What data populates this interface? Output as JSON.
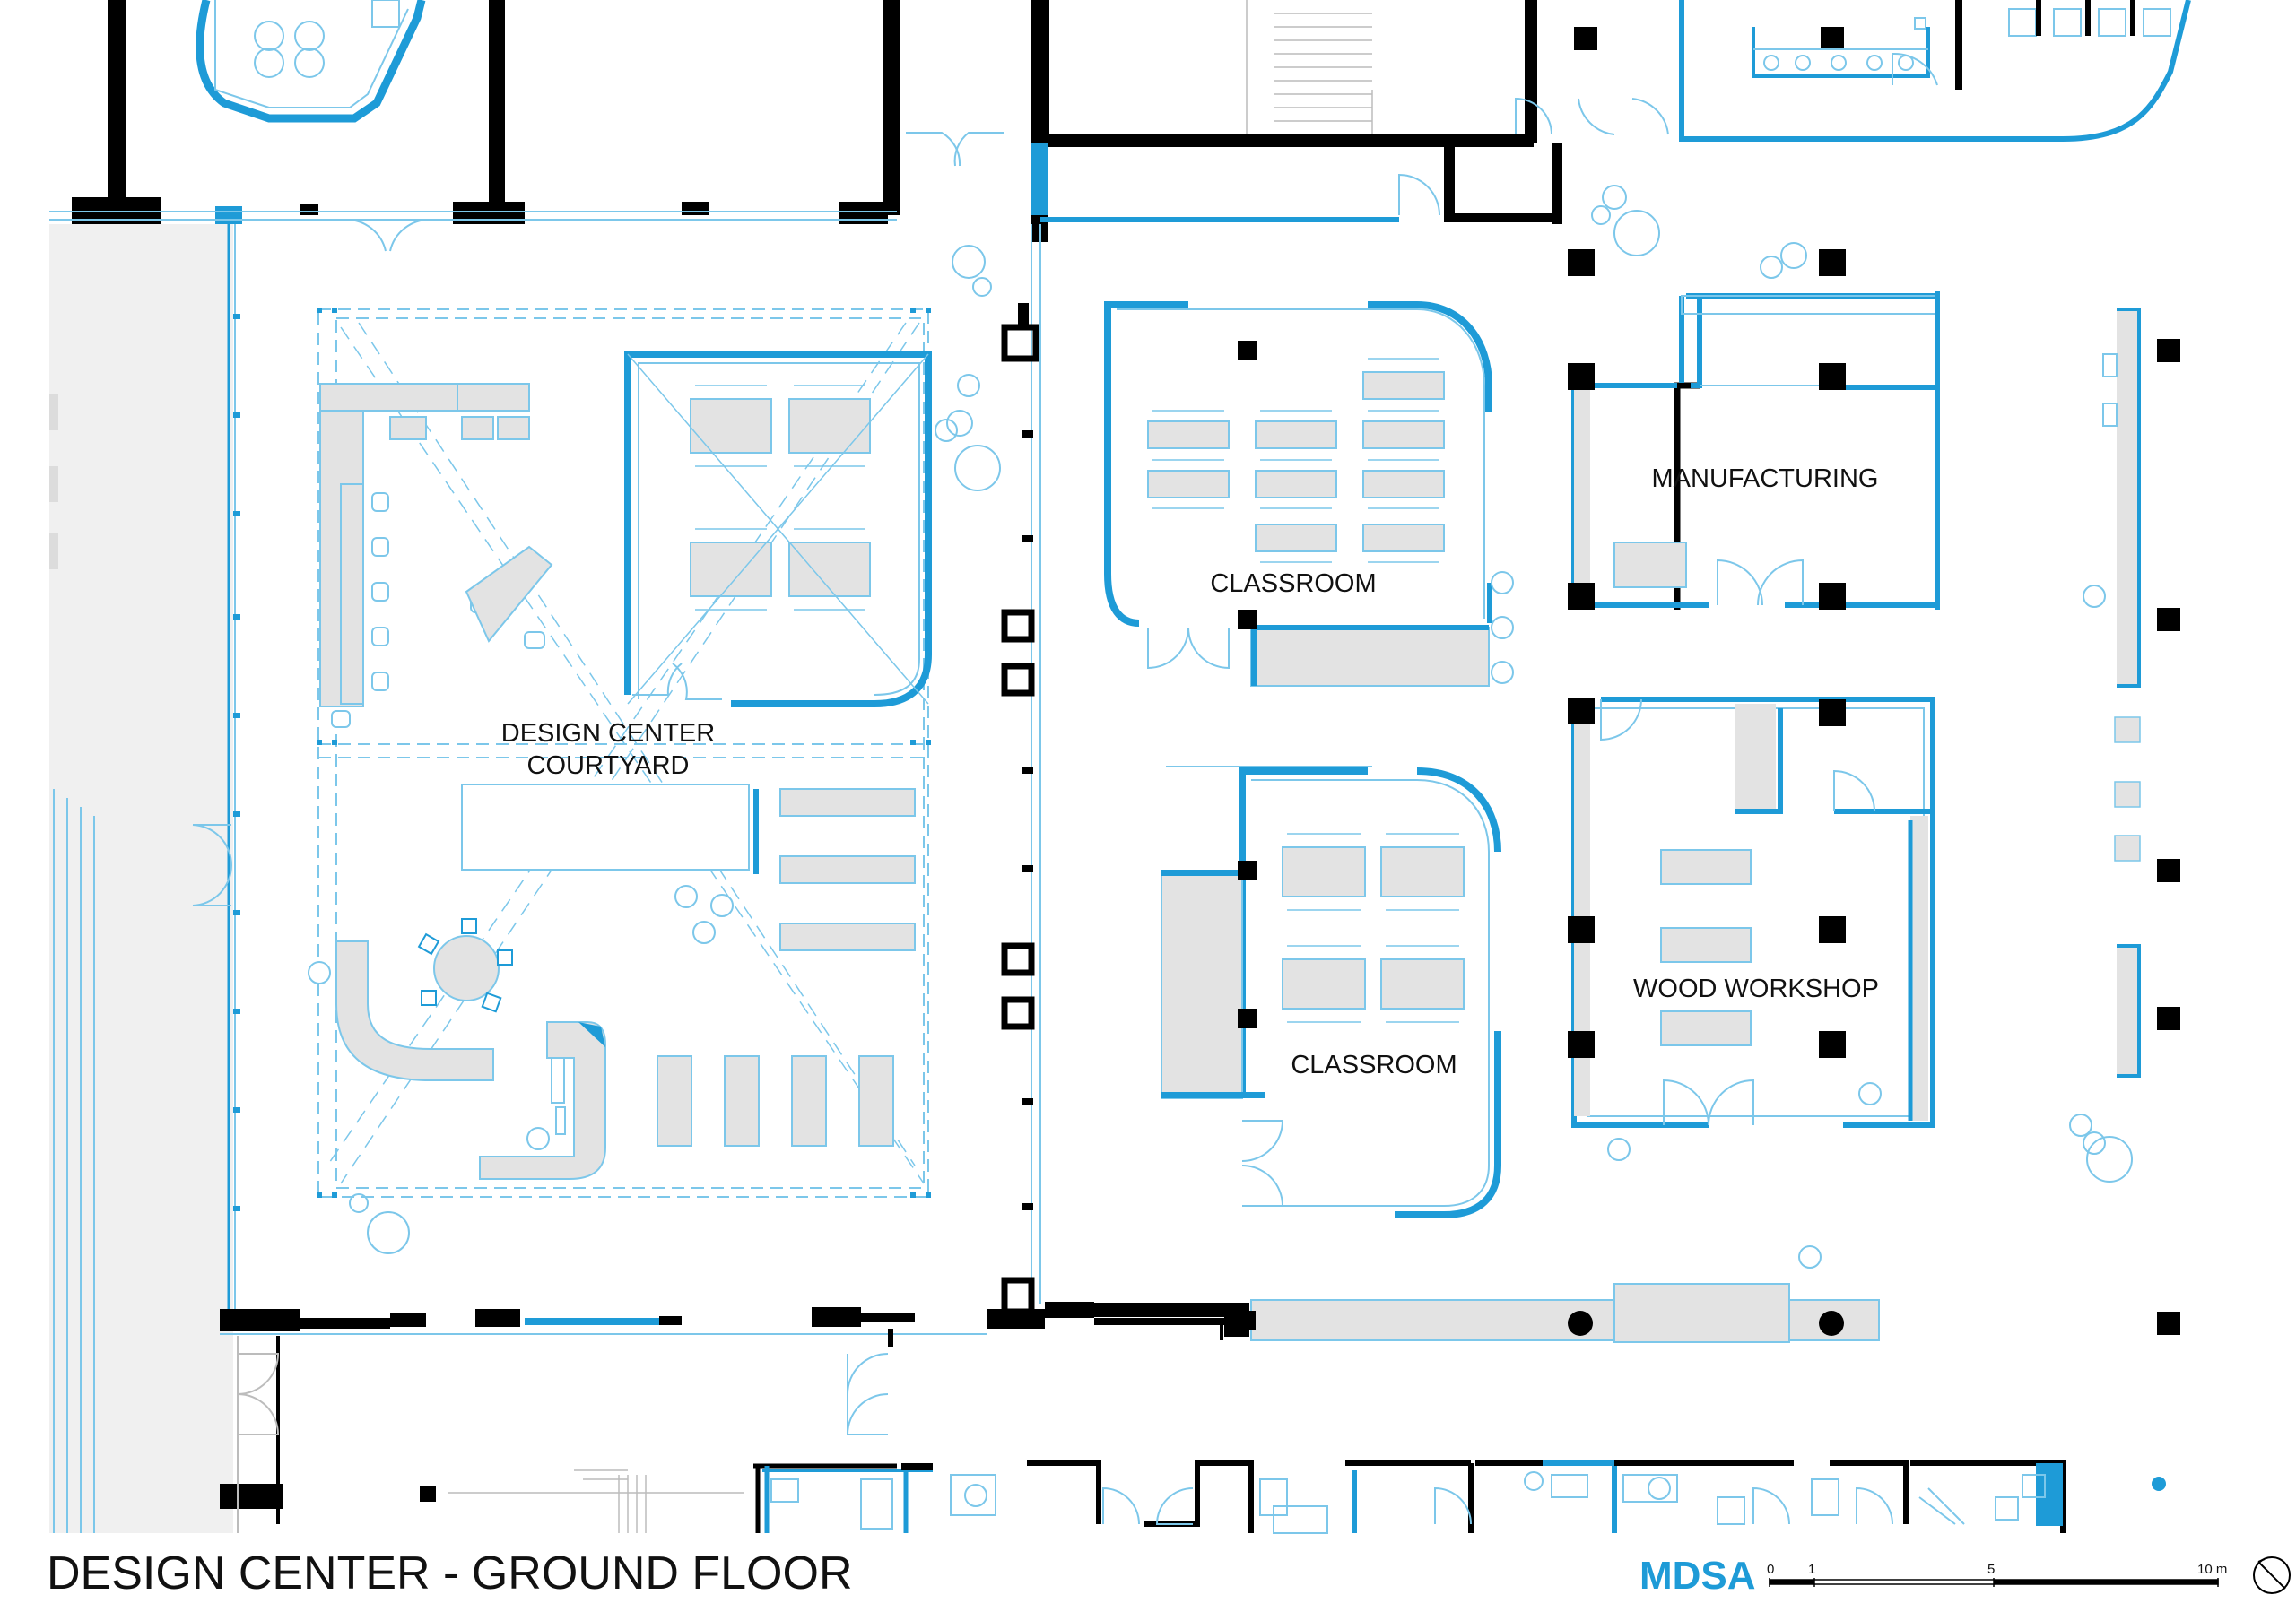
{
  "drawing": {
    "title": "DESIGN CENTER - GROUND FLOOR",
    "logo": "MDSA",
    "scale_bar": {
      "ticks": [
        "0",
        "1",
        "5",
        "10 m"
      ]
    }
  },
  "rooms": {
    "courtyard_line1": "DESIGN CENTER",
    "courtyard_line2": "COURTYARD",
    "classroom_upper": "CLASSROOM",
    "classroom_lower": "CLASSROOM",
    "manufacturing": "MANUFACTURING",
    "wood_workshop": "WOOD WORKSHOP"
  },
  "colors": {
    "wall": "#000000",
    "accent_wall": "#1e9bd7",
    "furniture_fill": "#e3e3e3",
    "furniture_outline": "#7cc7ea"
  }
}
